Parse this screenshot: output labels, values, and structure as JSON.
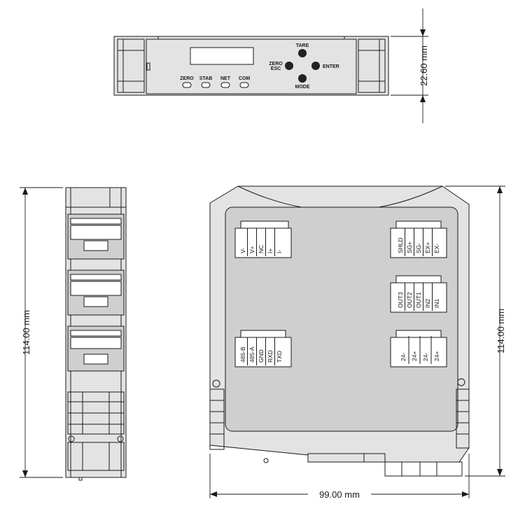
{
  "front_view": {
    "indicators": [
      "ZERO",
      "STAB",
      "NET",
      "COM"
    ],
    "buttons": {
      "tare": "TARE",
      "zero_esc_line1": "ZERO",
      "zero_esc_line2": "ESC",
      "enter": "ENTER",
      "mode": "MODE"
    }
  },
  "dimensions": {
    "height_front": "22.60 mm",
    "height_side": "114.00 mm",
    "height_top": "114.00 mm",
    "width_top": "99.00 mm"
  },
  "terminals": {
    "power_comm": [
      "V-",
      "V+",
      "NC",
      "I+",
      "I-"
    ],
    "sensor": [
      "SHLD",
      "SG+",
      "SG-",
      "EX+",
      "EX-"
    ],
    "io": [
      "OUT3",
      "OUT2",
      "OUT1",
      "IN2",
      "IN1"
    ],
    "serial": [
      "485-B",
      "485-A",
      "GND",
      "RXD",
      "TXD"
    ],
    "supply": [
      "24-",
      "24+",
      "24-",
      "24+"
    ]
  }
}
